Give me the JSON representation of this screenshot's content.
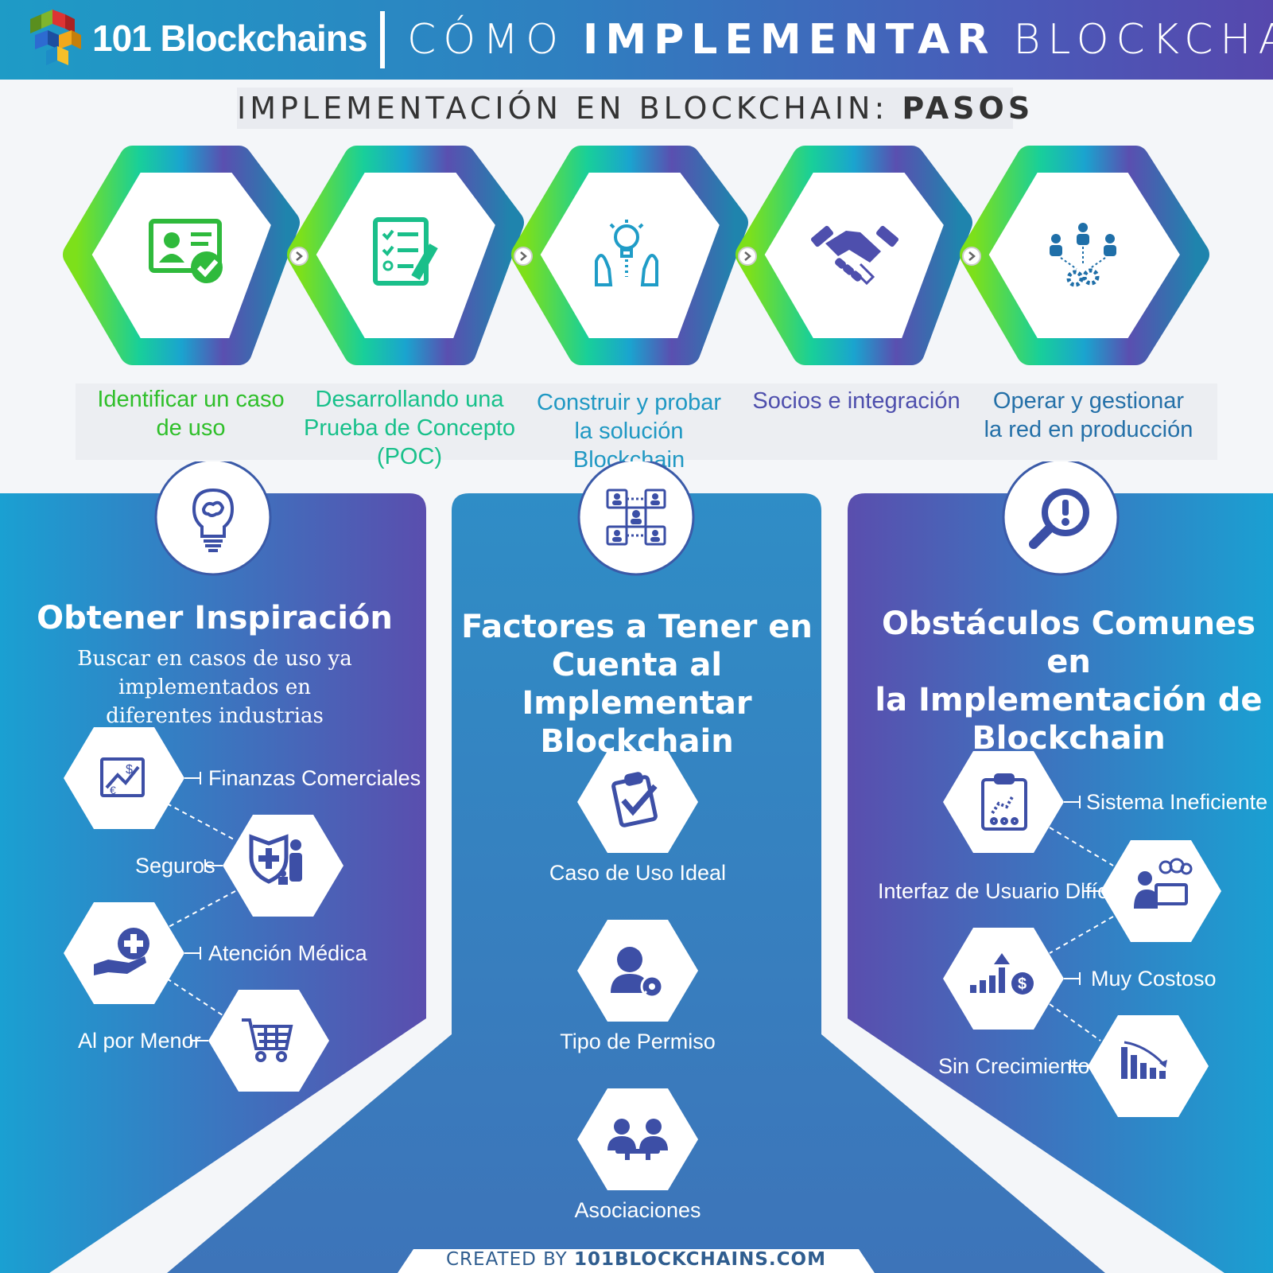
{
  "header": {
    "brand": "101 Blockchains",
    "title_part1": "CÓMO",
    "title_part2": "IMPLEMENTAR",
    "title_part3": "BLOCKCHAIN"
  },
  "subtitle": {
    "prefix": "IMPLEMENTACIÓN EN BLOCKCHAIN:",
    "bold": "PASOS"
  },
  "steps": [
    {
      "line1": "Identificar un caso",
      "line2": "de uso",
      "line3": "",
      "icon": "id-card-check-icon",
      "color": "#3cc93a"
    },
    {
      "line1": "Desarrollando una",
      "line2": "Prueba de Concepto",
      "line3": "(POC)",
      "icon": "checklist-pencil-icon",
      "color": "#19c48a"
    },
    {
      "line1": "Construir y probar",
      "line2": "la solución Blockchain",
      "line3": "",
      "icon": "lightbulb-hands-icon",
      "color": "#1e9bc4"
    },
    {
      "line1": "Socios e integración",
      "line2": "",
      "line3": "",
      "icon": "handshake-icon",
      "color": "#4e4fad"
    },
    {
      "line1": "Operar y gestionar",
      "line2": "la red en producción",
      "line3": "",
      "icon": "network-gears-icon",
      "color": "#2470a8"
    }
  ],
  "colors": {
    "green": "#7de01a",
    "teal": "#17b9a6",
    "blue": "#1a9fd0",
    "purple": "#5a4fb0",
    "panel_left": "#1aa0d2",
    "panel_right": "#5a4eae"
  },
  "panel_left": {
    "title": "Obtener Inspiración",
    "subtitle_line1": "Buscar en casos de uso ya implementados en",
    "subtitle_line2": "diferentes industrias",
    "items": [
      {
        "label": "Finanzas Comerciales",
        "icon": "finance-chart-icon"
      },
      {
        "label": "Seguros",
        "icon": "insurance-family-icon"
      },
      {
        "label": "Atención Médica",
        "icon": "healthcare-hand-icon"
      },
      {
        "label": "Al por Menor",
        "icon": "shopping-cart-icon"
      }
    ],
    "header_icon": "brain-bulb-icon"
  },
  "panel_center": {
    "title_line1": "Factores a Tener en",
    "title_line2": "Cuenta al Implementar",
    "title_line3": "Blockchain",
    "items": [
      {
        "label": "Caso de Uso Ideal",
        "icon": "clipboard-check-icon"
      },
      {
        "label": "Tipo de Permiso",
        "icon": "user-key-icon"
      },
      {
        "label": "Asociaciones",
        "icon": "partners-icon"
      }
    ],
    "header_icon": "network-users-icon"
  },
  "panel_right": {
    "title_line1": "Obstáculos Comunes en",
    "title_line2": "la Implementación de",
    "title_line3": "Blockchain",
    "items": [
      {
        "label": "Sistema Ineficiente",
        "icon": "inefficient-board-icon"
      },
      {
        "label": "Interfaz de Usuario Difícil",
        "icon": "confused-user-icon"
      },
      {
        "label": "Muy Costoso",
        "icon": "costly-chart-icon"
      },
      {
        "label": "Sin Crecimiento",
        "icon": "declining-chart-icon"
      }
    ],
    "header_icon": "magnifier-alert-icon"
  },
  "footer": {
    "prefix": "CREATED BY",
    "site": "101BLOCKCHAINS.COM"
  }
}
